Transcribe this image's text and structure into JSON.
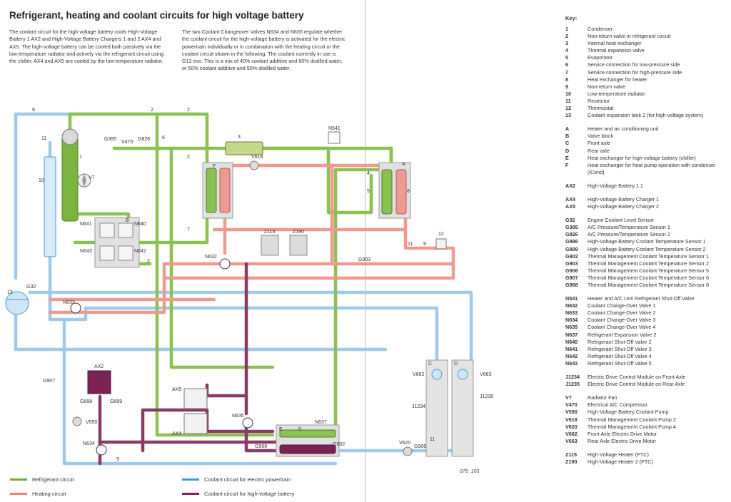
{
  "title": "Refrigerant, heating and coolant circuits for high voltage battery",
  "intro": [
    "The coolant circuit for the high voltage battery cools High-Voltage Battery 1 AX2 and High-Voltage Battery Chargers 1 and 2 AX4 and AX5. The high-voltage battery can be cooled both passively via the low-temperature radiator and actively via the refrigerant circuit using the chiller. AX4 and AX5 are cooled by the low-temperature radiator.",
    "The two Coolant Changeover Valves N634 and N635 regulate whether the coolant circuit for the high-voltage battery is activated for the electric powertrain individually or in combination with the heating circuit or the coolant circuit shown in the following. The coolant currently in use is G12 evo. This is a mix of 40% coolant additive and 60% distilled water, or 50% coolant additive and 50% distilled water."
  ],
  "key_title": "Key:",
  "key_groups": [
    [
      {
        "code": "1",
        "desc": "Condenser"
      },
      {
        "code": "2",
        "desc": "Non-return valve in refrigerant circuit"
      },
      {
        "code": "3",
        "desc": "Internal heat exchanger"
      },
      {
        "code": "4",
        "desc": "Thermal expansion valve"
      },
      {
        "code": "5",
        "desc": "Evaporator"
      },
      {
        "code": "6",
        "desc": "Service connection for low-pressure side"
      },
      {
        "code": "7",
        "desc": "Service connection for high-pressure side"
      },
      {
        "code": "8",
        "desc": "Heat exchanger for heater"
      },
      {
        "code": "9",
        "desc": "Non-return valve"
      },
      {
        "code": "10",
        "desc": "Low-temperature radiator"
      },
      {
        "code": "11",
        "desc": "Restrictor"
      },
      {
        "code": "12",
        "desc": "Thermostat"
      },
      {
        "code": "13",
        "desc": "Coolant expansion tank 2 (for high-voltage system)"
      }
    ],
    [
      {
        "code": "A",
        "desc": "Heater and air conditioning unit"
      },
      {
        "code": "B",
        "desc": "Valve block"
      },
      {
        "code": "C",
        "desc": "Front axle"
      },
      {
        "code": "D",
        "desc": "Rear axle"
      },
      {
        "code": "E",
        "desc": "Heat exchanger for high-voltage battery (chiller)"
      },
      {
        "code": "F",
        "desc": "Heat exchanger for heat pump operation with condenser (iCond)"
      }
    ],
    [
      {
        "code": "AX2",
        "desc": "High-Voltage Battery 1 1"
      }
    ],
    [
      {
        "code": "AX4",
        "desc": "High-Voltage Battery Charger 1"
      },
      {
        "code": "AX5",
        "desc": "High-Voltage Battery Charger 2"
      }
    ],
    [
      {
        "code": "G32",
        "desc": "Engine Coolant Level Sensor"
      },
      {
        "code": "G395",
        "desc": "A/C Pressure/Temperature Sensor 1"
      },
      {
        "code": "G826",
        "desc": "A/C Pressure/Temperature Sensor 2"
      },
      {
        "code": "G898",
        "desc": "High-Voltage Battery Coolant Temperature Sensor 1"
      },
      {
        "code": "G899",
        "desc": "High-Voltage Battery Coolant Temperature Sensor 2"
      },
      {
        "code": "G902",
        "desc": "Thermal Management Coolant Temperature Sensor 1"
      },
      {
        "code": "G903",
        "desc": "Thermal Management Coolant Temperature Sensor 2"
      },
      {
        "code": "G906",
        "desc": "Thermal Management Coolant Temperature Sensor 5"
      },
      {
        "code": "G907",
        "desc": "Thermal Management Coolant Temperature Sensor 6"
      },
      {
        "code": "G968",
        "desc": "Thermal Management Coolant Temperature Sensor 8"
      }
    ],
    [
      {
        "code": "N541",
        "desc": "Heater and A/C Unit Refrigerant Shut-Off Valve"
      },
      {
        "code": "N632",
        "desc": "Coolant Change-Over Valve 1"
      },
      {
        "code": "N633",
        "desc": "Coolant Change-Over Valve 2"
      },
      {
        "code": "N634",
        "desc": "Coolant Change-Over Valve 3"
      },
      {
        "code": "N635",
        "desc": "Coolant Change-Over Valve 4"
      },
      {
        "code": "N637",
        "desc": "Refrigerant Expansion Valve 2"
      },
      {
        "code": "N640",
        "desc": "Refrigerant Shut-Off Valve 2"
      },
      {
        "code": "N641",
        "desc": "Refrigerant Shut-Off Valve 3"
      },
      {
        "code": "N642",
        "desc": "Refrigerant Shut-Off Valve 4"
      },
      {
        "code": "N643",
        "desc": "Refrigerant Shut-Off Valve 5"
      }
    ],
    [
      {
        "code": "J1234",
        "desc": "Electric Drive Control Module on Front Axle"
      },
      {
        "code": "J1235",
        "desc": "Electric Drive Control Module on Rear Axle"
      }
    ],
    [
      {
        "code": "V7",
        "desc": "Radiator Fan"
      },
      {
        "code": "V470",
        "desc": "Electrical A/C Compressor"
      },
      {
        "code": "V590",
        "desc": "High-Voltage Battery Coolant Pump"
      },
      {
        "code": "V618",
        "desc": "Thermal Management Coolant Pump 2"
      },
      {
        "code": "V620",
        "desc": "Thermal Management Coolant Pump 4"
      },
      {
        "code": "V662",
        "desc": "Front Axle Electric Drive Motor"
      },
      {
        "code": "V663",
        "desc": "Rear Axle Electric Drive Motor"
      }
    ],
    [
      {
        "code": "Z115",
        "desc": "High-Voltage Heater (PTC)"
      },
      {
        "code": "Z190",
        "desc": "High-Voltage Heater 2 (PTC)"
      }
    ]
  ],
  "legend": [
    {
      "label": "Refrigerant circuit",
      "color": "#6aab3a"
    },
    {
      "label": "Heating circuit",
      "color": "#e6857a"
    },
    {
      "label": "Coolant circuit for electric powertrain",
      "color": "#3f9bd6"
    },
    {
      "label": "Coolant circuit for high-voltage battery",
      "color": "#7a2354"
    }
  ],
  "doc_number": "675_103",
  "diagram_labels": {
    "n9a": "9",
    "n11a": "11",
    "n10": "10",
    "n1": "1",
    "v7": "V7",
    "g395": "G395",
    "v470": "V470",
    "g826": "G826",
    "n6": "6",
    "n2a": "2",
    "n2b": "2",
    "n2c": "2",
    "n3": "3",
    "n541": "N541",
    "v618": "V618",
    "f": "F",
    "a": "A",
    "n4": "4",
    "n5": "5",
    "n8": "8",
    "b": "B",
    "n641": "N641",
    "n640": "N640",
    "n643": "N643",
    "n642": "N642",
    "n7": "7",
    "n2d": "2",
    "z115": "Z115",
    "z190": "Z190",
    "n632": "N632",
    "g903": "G903",
    "n11b": "11",
    "n9b": "9",
    "n12": "12",
    "n13": "13",
    "g32": "G32",
    "n633": "N633",
    "c": "C",
    "d": "D",
    "v662": "V662",
    "v663": "V663",
    "j1234": "J1234",
    "j1235": "J1235",
    "n11c": "11",
    "ax2": "AX2",
    "g907": "G907",
    "g898": "G898",
    "g899": "G899",
    "v590": "V590",
    "n634": "N634",
    "n9c": "9",
    "ax5": "AX5",
    "ax4": "AX4",
    "n635": "N635",
    "e": "E",
    "n5b": "5",
    "n637": "N637",
    "g968": "G968",
    "g902": "G902",
    "v620": "V620",
    "g906": "G906"
  }
}
